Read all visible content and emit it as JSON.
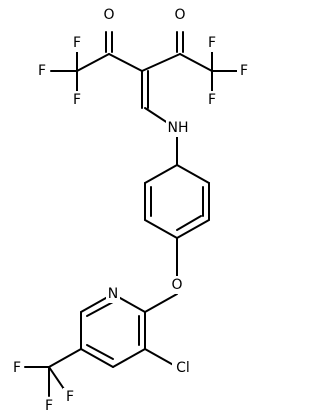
{
  "molecule": {
    "atoms": [
      {
        "id": "o1",
        "symbol": "O",
        "label": "O"
      },
      {
        "id": "o2",
        "symbol": "O",
        "label": "O"
      },
      {
        "id": "f1",
        "symbol": "F",
        "label": "F"
      },
      {
        "id": "f2",
        "symbol": "F",
        "label": "F"
      },
      {
        "id": "f3",
        "symbol": "F",
        "label": "F"
      },
      {
        "id": "f4",
        "symbol": "F",
        "label": "F"
      },
      {
        "id": "f5",
        "symbol": "F",
        "label": "F"
      },
      {
        "id": "f6",
        "symbol": "F",
        "label": "F"
      },
      {
        "id": "nh",
        "symbol": "N",
        "label": "NH"
      },
      {
        "id": "o3",
        "symbol": "O",
        "label": "O"
      },
      {
        "id": "n_py",
        "symbol": "N",
        "label": "N"
      },
      {
        "id": "cl",
        "symbol": "Cl",
        "label": "Cl"
      },
      {
        "id": "f7",
        "symbol": "F",
        "label": "F"
      },
      {
        "id": "f8",
        "symbol": "F",
        "label": "F"
      },
      {
        "id": "f9",
        "symbol": "F",
        "label": "F"
      }
    ]
  }
}
